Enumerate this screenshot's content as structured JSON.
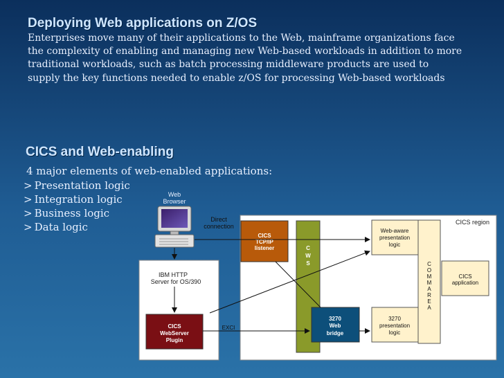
{
  "section1": {
    "title": "Deploying Web applications on Z/OS",
    "paragraph": "Enterprises move many of their applications to the Web, mainframe organizations face the complexity of enabling and managing new Web-based workloads in addition to more traditional workloads, such as batch processing middleware products are used to supply the key functions needed to enable z/OS for processing Web-based workloads"
  },
  "section2": {
    "title": "CICS and Web-enabling",
    "intro": "4 major elements of web-enabled applications:",
    "bullet_mark": ">",
    "bullets": [
      "Presentation logic",
      "Integration logic",
      "Business logic",
      "Data logic"
    ]
  },
  "diagram": {
    "web_browser": [
      "Web",
      "Browser"
    ],
    "direct_connection": [
      "Direct",
      "connection"
    ],
    "cics_region": "CICS region",
    "ibm_http": [
      "IBM HTTP",
      "Server for OS/390"
    ],
    "cics_tcpip": [
      "CICS",
      "TCP/IP",
      "listener"
    ],
    "cws": [
      "C",
      "W",
      "S"
    ],
    "web_aware": [
      "Web-aware",
      "presentation",
      "logic"
    ],
    "commarea": [
      "C",
      "O",
      "M",
      "M",
      "A",
      "R",
      "E",
      "A"
    ],
    "cics_app": [
      "CICS",
      "application"
    ],
    "bridge_3270": [
      "3270",
      "Web",
      "bridge"
    ],
    "pres_3270": [
      "3270",
      "presentation",
      "logic"
    ],
    "webserver_plugin": [
      "CICS",
      "WebServer",
      "Plugin"
    ],
    "exci": "EXCI",
    "colors": {
      "listener": "#b85a0a",
      "plugin": "#7a0f14",
      "cws_bar": "#8a9a2a",
      "bridge": "#0d4f7a",
      "yellow_box": "#fff2cc"
    }
  }
}
